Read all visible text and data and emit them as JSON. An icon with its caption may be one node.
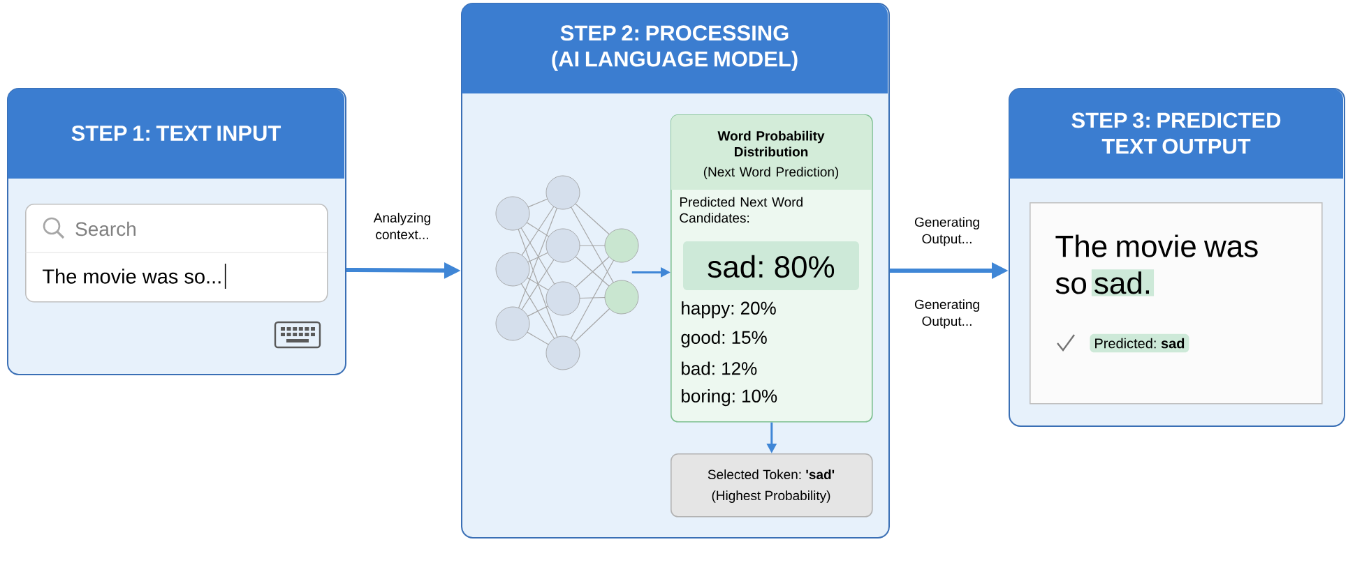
{
  "diagram": {
    "nodes": [
      {
        "text": [
          "STEP 1: TEXT INPUT"
        ]
      },
      {
        "text": [
          "Search",
          "The movie was so..."
        ],
        "in": 0
      },
      {
        "text": [
          "STEP 2: PROCESSING (AI LANGUAGE MODEL)"
        ]
      },
      {
        "text": [],
        "shape": "picture",
        "in": 2
      },
      {
        "text": [
          "Word Probability Distribution",
          "(Next Word Prediction)",
          "Predicted Next Word Candidates:",
          "sad: 80%",
          "happy: 20%",
          "good: 15%",
          "bad: 12%",
          "boring: 10%"
        ],
        "in": 2
      },
      {
        "text": [
          "Selected Token: **'sad'**",
          "(Highest Probability)"
        ],
        "in": 2
      },
      {
        "text": [
          "STEP 3: PREDICTED TEXT OUTPUT"
        ]
      },
      {
        "text": [
          "The movie was so",
          "sad.",
          "Predicted: **sad**"
        ],
        "in": 6
      }
    ],
    "edges": [
      {
        "from": 0,
        "to": 2,
        "arrow": "to",
        "label": "Analyzing context...",
        "style": "thick"
      },
      {
        "from": 3,
        "to": 4,
        "arrow": "to"
      },
      {
        "from": 4,
        "to": 5,
        "arrow": "to"
      },
      {
        "from": 2,
        "to": 6,
        "arrow": "to",
        "label": "Generating Output...",
        "style": "thick"
      }
    ],
    "labels": [
      "Generating Output..."
    ]
  }
}
